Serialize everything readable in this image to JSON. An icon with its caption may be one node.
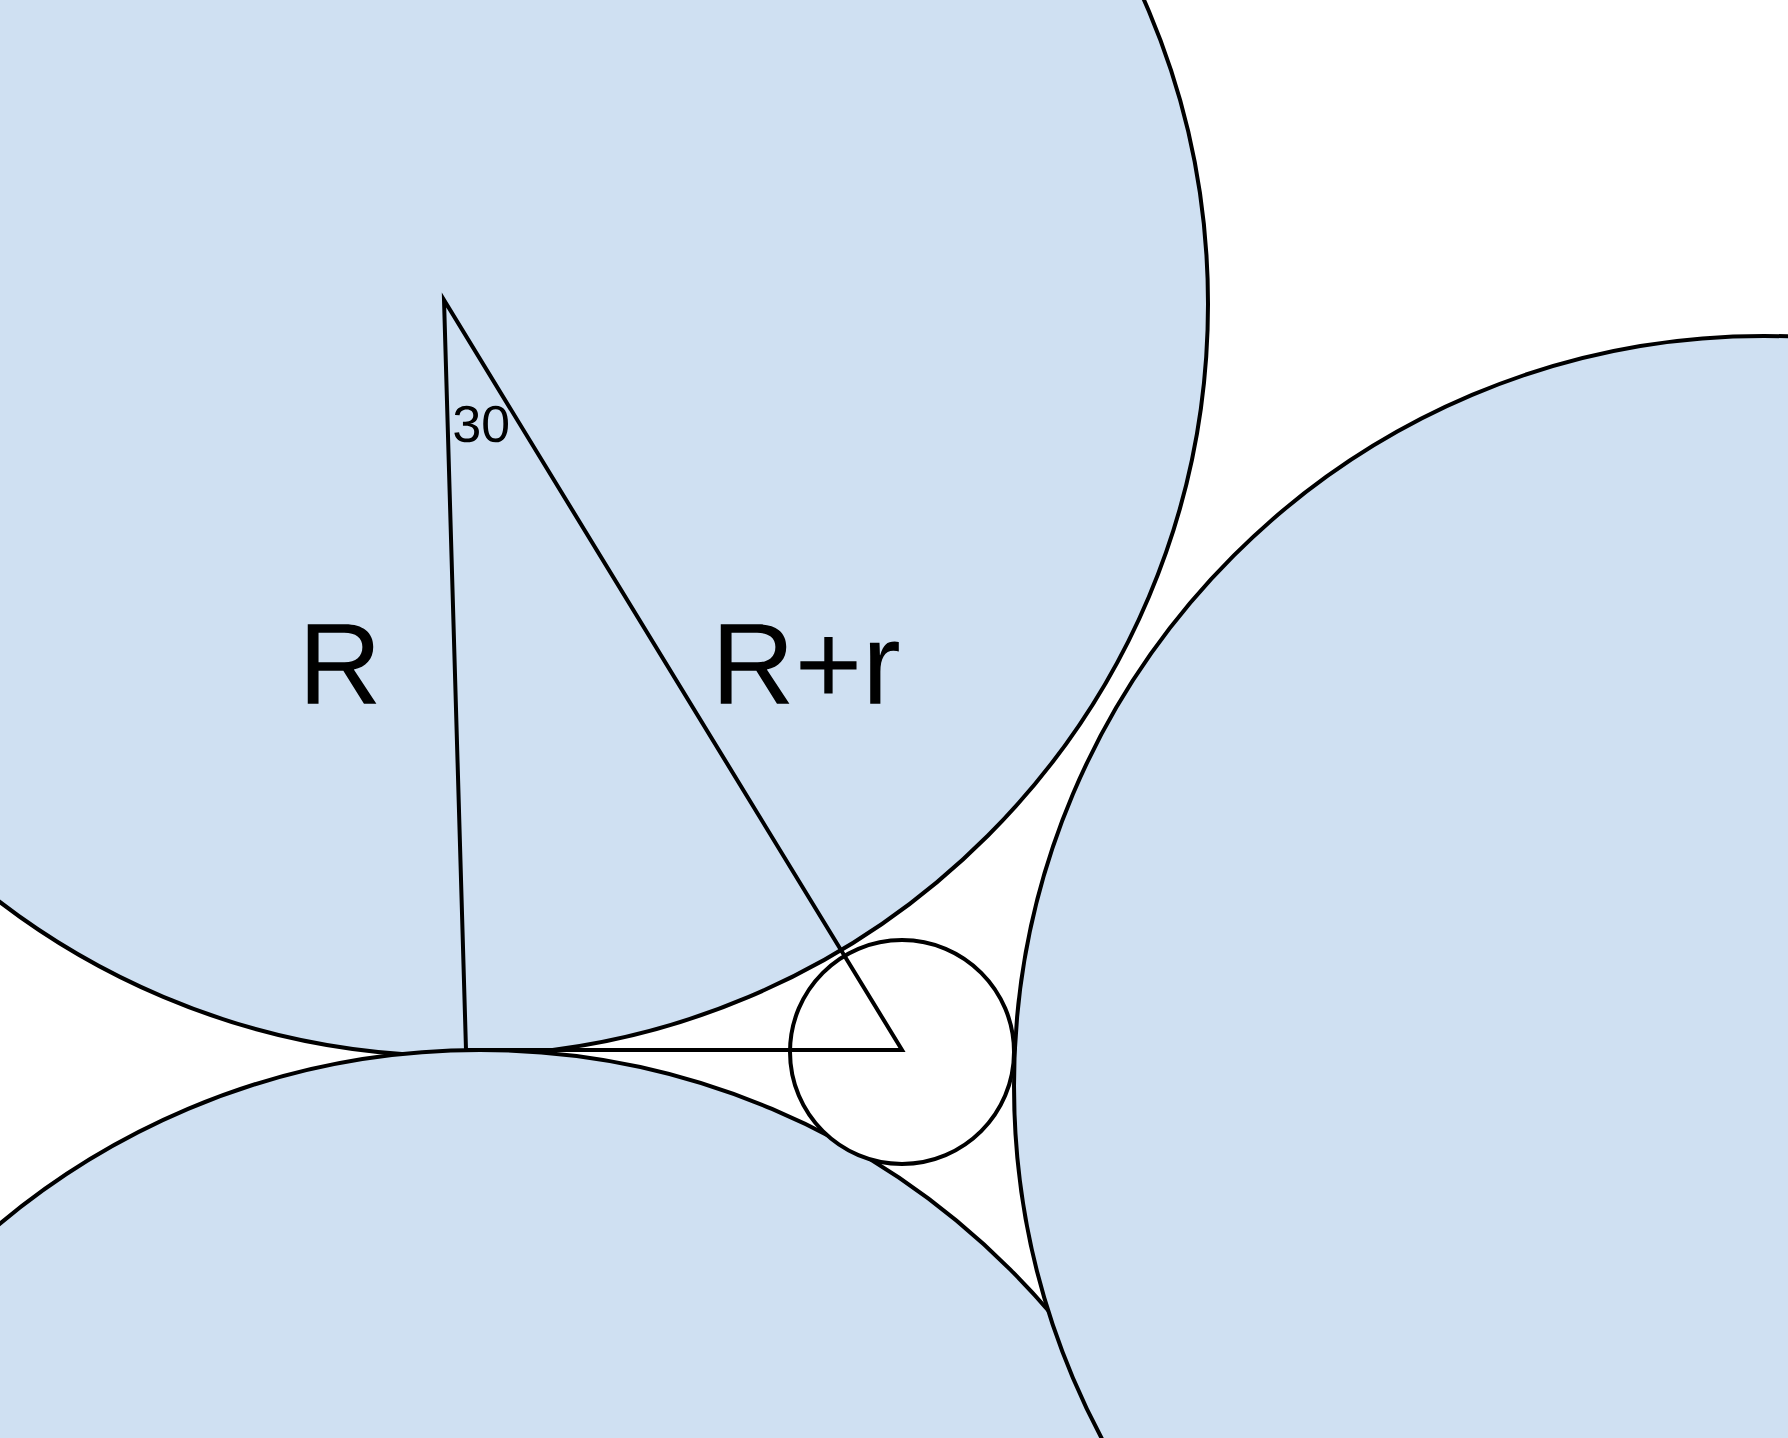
{
  "diagram": {
    "labels": [
      "30",
      "R",
      "R+r"
    ]
  }
}
